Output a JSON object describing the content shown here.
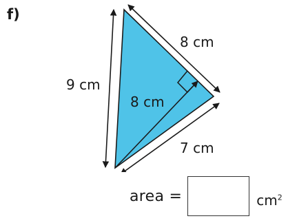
{
  "part_label": "f)",
  "shape_fill": "#4fc3e8",
  "measurements": {
    "top_side": "8 cm",
    "left_side": "9 cm",
    "bottom_side": "7 cm",
    "height": "8 cm"
  },
  "answer": {
    "label": "area =",
    "value": "",
    "unit": "cm",
    "unit_exponent": "2"
  }
}
